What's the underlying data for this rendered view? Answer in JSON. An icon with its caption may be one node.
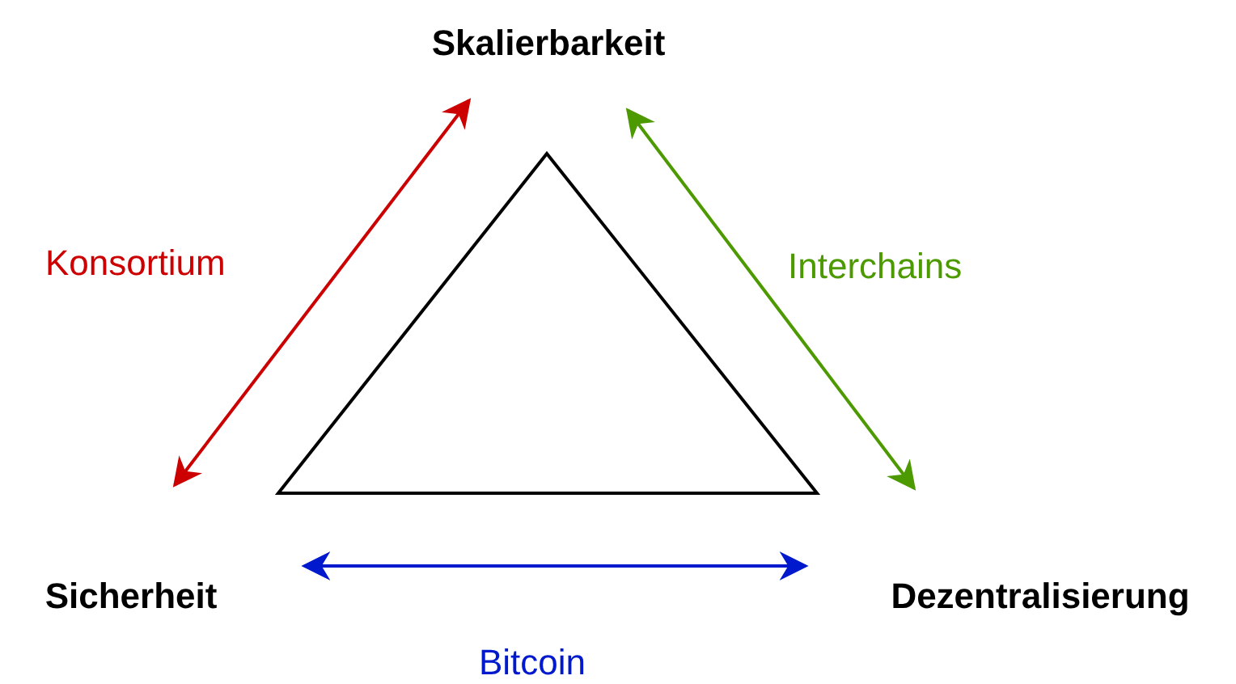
{
  "diagram": {
    "nodes": [
      {
        "text": [
          "Skalierbarkeit"
        ]
      },
      {
        "text": [
          "Sicherheit"
        ]
      },
      {
        "text": [
          "Dezentralisierung"
        ]
      }
    ],
    "edges": [
      {
        "from": 1,
        "to": 0,
        "arrow": "both",
        "label": "Konsortium",
        "color": "#cc0000"
      },
      {
        "from": 0,
        "to": 2,
        "arrow": "both",
        "label": "Interchains",
        "color": "#4d9900"
      },
      {
        "from": 1,
        "to": 2,
        "arrow": "both",
        "label": "Bitcoin",
        "color": "#0019cc"
      }
    ]
  }
}
